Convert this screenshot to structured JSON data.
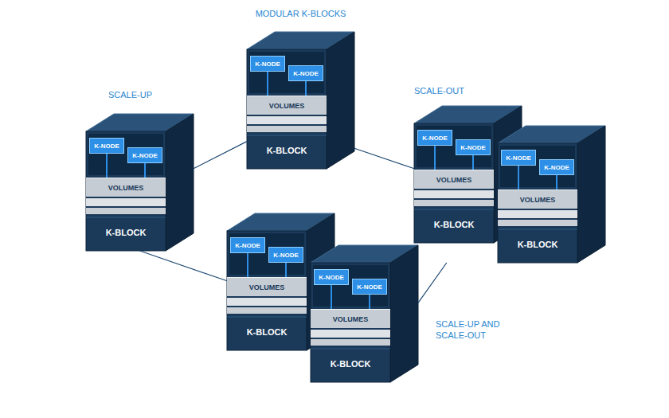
{
  "diagram": {
    "nodes": [
      {
        "text": [
          "MODULAR K-BLOCKS"
        ]
      },
      {
        "text": [
          "K-NODE"
        ],
        "in": 0
      },
      {
        "text": [
          "K-NODE"
        ],
        "in": 0
      },
      {
        "text": [
          "VOLUMES"
        ],
        "in": 0
      },
      {
        "text": [
          "K-BLOCK"
        ],
        "in": 0
      },
      {
        "text": [
          "SCALE-UP"
        ]
      },
      {
        "text": [
          "K-NODE"
        ],
        "in": 5
      },
      {
        "text": [
          "K-NODE"
        ],
        "in": 5
      },
      {
        "text": [
          "VOLUMES"
        ],
        "in": 5
      },
      {
        "text": [
          "K-BLOCK"
        ],
        "in": 5
      },
      {
        "text": [
          "SCALE-OUT"
        ]
      },
      {
        "text": [
          "K-NODE"
        ],
        "in": 10
      },
      {
        "text": [
          "K-NODE"
        ],
        "in": 10
      },
      {
        "text": [
          "VOLUMES"
        ],
        "in": 10
      },
      {
        "text": [
          "K-BLOCK"
        ],
        "in": 10
      },
      {
        "text": [
          "K-NODE"
        ],
        "in": 10
      },
      {
        "text": [
          "K-NODE"
        ],
        "in": 10
      },
      {
        "text": [
          "VOLUMES"
        ],
        "in": 10
      },
      {
        "text": [
          "K-BLOCK"
        ],
        "in": 10
      },
      {
        "text": [
          "SCALE-UP AND SCALE-OUT"
        ]
      },
      {
        "text": [
          "K-NODE"
        ],
        "in": 19
      },
      {
        "text": [
          "K-NODE"
        ],
        "in": 19
      },
      {
        "text": [
          "VOLUMES"
        ],
        "in": 19
      },
      {
        "text": [
          "K-BLOCK"
        ],
        "in": 19
      },
      {
        "text": [
          "K-NODE"
        ],
        "in": 19
      },
      {
        "text": [
          "K-NODE"
        ],
        "in": 19
      },
      {
        "text": [
          "VOLUMES"
        ],
        "in": 19
      },
      {
        "text": [
          "K-BLOCK"
        ],
        "in": 19
      }
    ],
    "edges": [
      {
        "from": 0,
        "to": 5,
        "arrow": "none"
      },
      {
        "from": 0,
        "to": 10,
        "arrow": "none"
      },
      {
        "from": 5,
        "to": 19,
        "arrow": "none"
      },
      {
        "from": 10,
        "to": 19,
        "arrow": "none"
      }
    ]
  }
}
